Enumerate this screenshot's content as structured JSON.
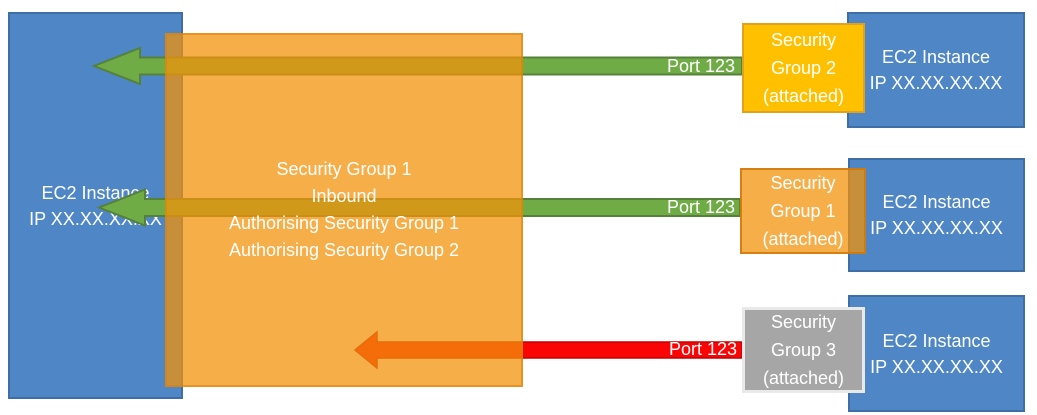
{
  "colors": {
    "instance_blue": "#4E86C6",
    "instance_blue_border": "#3F6EA6",
    "security_group_orange": "#F39209",
    "security_group_gold": "#FFC000",
    "security_group_gray": "#A6A6A6",
    "allowed_arrow_green": "#6FAC46",
    "denied_arrow_red": "#FA0505"
  },
  "left_instance": {
    "line1": "EC2 Instance",
    "line2": "IP XX.XX.XX.XX"
  },
  "inbound_box": {
    "lines": [
      "Security Group 1",
      "Inbound",
      "Authorising Security Group 1",
      "Authorising Security Group 2"
    ]
  },
  "rows": [
    {
      "port_label": "Port 123",
      "sg_box": {
        "lines": [
          "Security",
          "Group 2",
          "(attached)"
        ]
      },
      "instance": {
        "line1": "EC2 Instance",
        "line2": "IP XX.XX.XX.XX"
      }
    },
    {
      "port_label": "Port 123",
      "sg_box": {
        "lines": [
          "Security",
          "Group 1",
          "(attached)"
        ]
      },
      "instance": {
        "line1": "EC2 Instance",
        "line2": "IP XX.XX.XX.XX"
      }
    },
    {
      "port_label": "Port 123",
      "sg_box": {
        "lines": [
          "Security",
          "Group 3",
          "(attached)"
        ]
      },
      "instance": {
        "line1": "EC2 Instance",
        "line2": "IP XX.XX.XX.XX"
      }
    }
  ]
}
